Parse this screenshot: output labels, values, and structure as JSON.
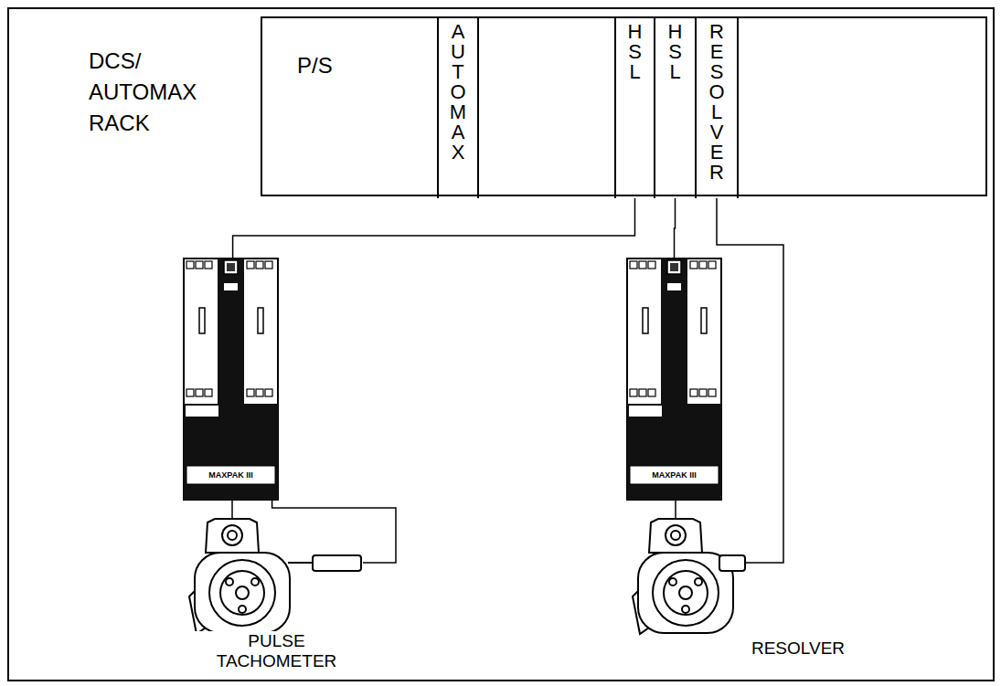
{
  "diagram": {
    "nodes": [
      {
        "text": [
          "DCS/ AUTOMAX RACK"
        ]
      },
      {
        "text": [
          "P/S"
        ],
        "in": 0
      },
      {
        "text": [
          "AUTOMAX"
        ],
        "in": 0
      },
      {
        "text": [
          "HSL"
        ],
        "in": 0
      },
      {
        "text": [
          "HSL"
        ],
        "in": 0
      },
      {
        "text": [
          "RESOLVER"
        ],
        "in": 0
      },
      {
        "text": [
          "MAXPAK III"
        ]
      },
      {
        "text": [
          "MAXPAK III"
        ]
      },
      {
        "text": [
          "PULSE TACHOMETER"
        ]
      },
      {
        "text": [
          "RESOLVER"
        ]
      }
    ],
    "edges": [
      {
        "from": 3,
        "to": 6,
        "arrow": "none"
      },
      {
        "from": 4,
        "to": 7,
        "arrow": "none"
      },
      {
        "from": 5,
        "to": 9,
        "arrow": "none"
      },
      {
        "from": 6,
        "to": 8,
        "arrow": "none"
      },
      {
        "from": 6,
        "to": 8,
        "arrow": "none"
      },
      {
        "from": 7,
        "to": 9,
        "arrow": "none"
      }
    ]
  }
}
